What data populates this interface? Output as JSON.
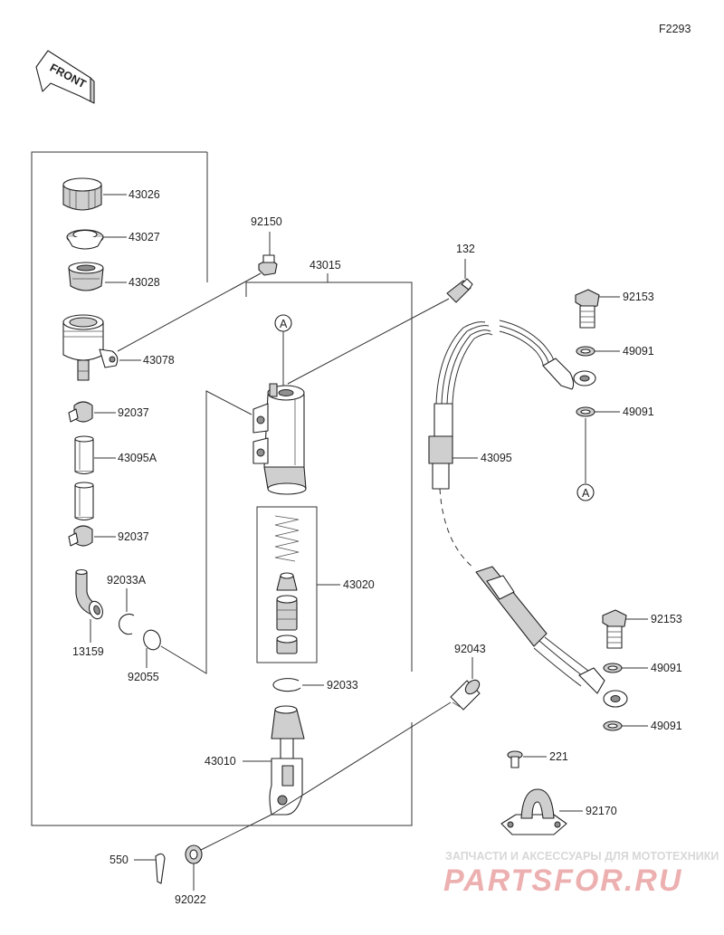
{
  "figure_code": "F2293",
  "front_label": "FRONT",
  "callout_letter": "A",
  "labels": {
    "p43026": "43026",
    "p43027": "43027",
    "p43028": "43028",
    "p43078": "43078",
    "p92037_top": "92037",
    "p43095A": "43095A",
    "p92037_bottom": "92037",
    "p92033A": "92033A",
    "p13159": "13159",
    "p92055": "92055",
    "p92150": "92150",
    "p43015": "43015",
    "p43020": "43020",
    "p92033": "92033",
    "p43010": "43010",
    "p550": "550",
    "p92022": "92022",
    "p132": "132",
    "p43095": "43095",
    "p92153_top": "92153",
    "p49091_a": "49091",
    "p49091_b": "49091",
    "p92043": "92043",
    "p92153_bottom": "92153",
    "p49091_c": "49091",
    "p49091_d": "49091",
    "p221": "221",
    "p92170": "92170"
  },
  "watermark": {
    "tagline": "ЗАПЧАСТИ И АКСЕССУАРЫ ДЛЯ МОТОТЕХНИКИ",
    "logo_text": "PARTSFOR.RU"
  }
}
